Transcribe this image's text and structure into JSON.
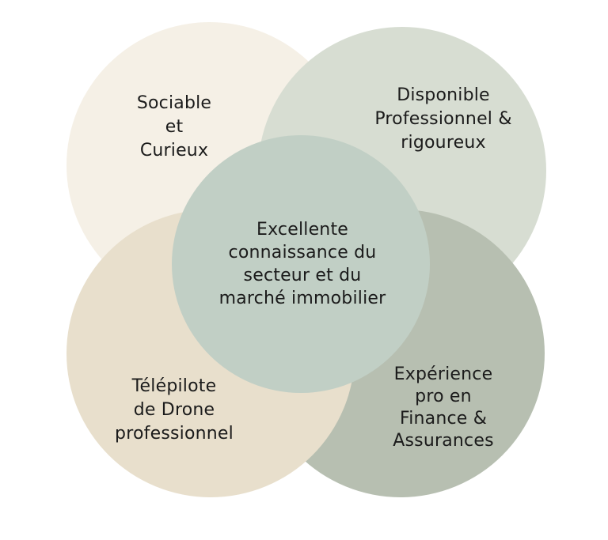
{
  "diagram": {
    "top_left": "Sociable\net\nCurieux",
    "top_right": "Disponible\nProfessionnel &\nrigoureux",
    "center": "Excellente\nconnaissance du\nsecteur et du\nmarché immobilier",
    "bottom_left": "Télépilote\nde Drone\nprofessionnel",
    "bottom_right": "Expérience\npro en\nFinance &\nAssurances"
  },
  "colors": {
    "top_left": "#f5f0e6",
    "top_right": "#d7ddd2",
    "bottom_right": "#b7bfb1",
    "bottom_left": "#e8dfcc",
    "center": "#c1cfc5"
  }
}
